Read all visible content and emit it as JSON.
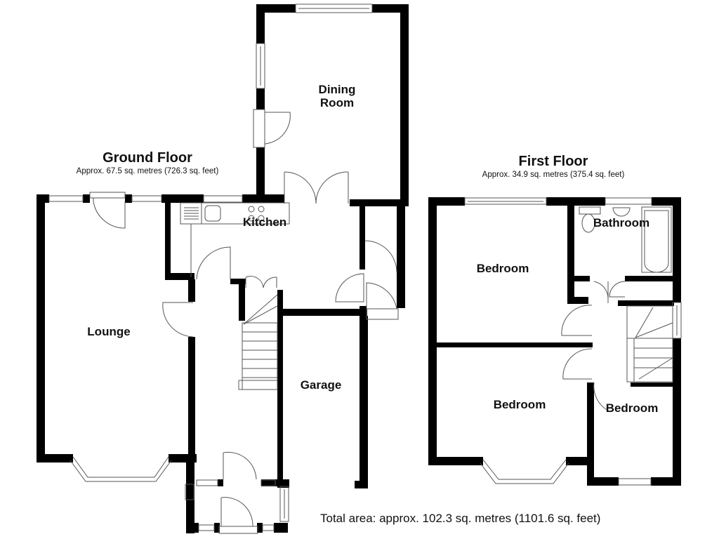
{
  "plan": {
    "total_area": "Total area: approx. 102.3 sq. metres (1101.6 sq. feet)",
    "colors": {
      "wall": "#000000",
      "fixture_line": "#555555",
      "background": "#ffffff",
      "text": "#111111"
    }
  },
  "floors": [
    {
      "name": "Ground Floor",
      "area": "Approx. 67.5 sq. metres (726.3 sq. feet)",
      "rooms": [
        {
          "label": "Dining Room",
          "line1": "Dining",
          "line2": "Room"
        },
        {
          "label": "Kitchen"
        },
        {
          "label": "Lounge"
        },
        {
          "label": "Garage"
        }
      ]
    },
    {
      "name": "First Floor",
      "area": "Approx. 34.9 sq. metres (375.4 sq. feet)",
      "rooms": [
        {
          "label": "Bathroom"
        },
        {
          "label": "Bedroom"
        },
        {
          "label": "Bedroom"
        },
        {
          "label": "Bedroom"
        }
      ]
    }
  ]
}
